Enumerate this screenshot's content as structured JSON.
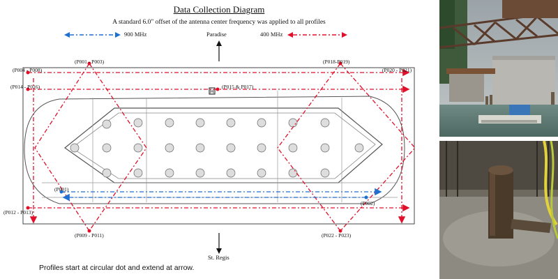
{
  "diagram": {
    "title": "Data Collection Diagram",
    "subtitle": "A standard 6.0\" offset of the antenna center frequency was applied to all profiles",
    "legend": [
      {
        "label": "900 MHz",
        "color": "#1f6fd1"
      },
      {
        "label": "400 MHz",
        "color": "#e0102a"
      }
    ],
    "directions": {
      "north": "Paradise",
      "south": "St. Regis"
    },
    "profile_labels": {
      "p004_p008": "(P004 - P008)",
      "p001_p003": "(P001 - P003)",
      "p018_p019": "(P018-P019)",
      "p020_p021": "(P020 - P021)",
      "p014_p016": "(P014 - P016)",
      "p015_p017": "(P015 & P017)",
      "p001": "(P001)",
      "p002": "(P002)",
      "p012_p013": "(P012 - P013)",
      "p009_p011": "(P009 - P011)",
      "p022_p023": "(P022 - P023)"
    },
    "footnote": "Profiles start at circular dot and extend at arrow."
  },
  "photos": [
    {
      "subject": "bridge-pier-with-workboat"
    },
    {
      "subject": "timber-pile-in-cofferdam"
    }
  ]
}
